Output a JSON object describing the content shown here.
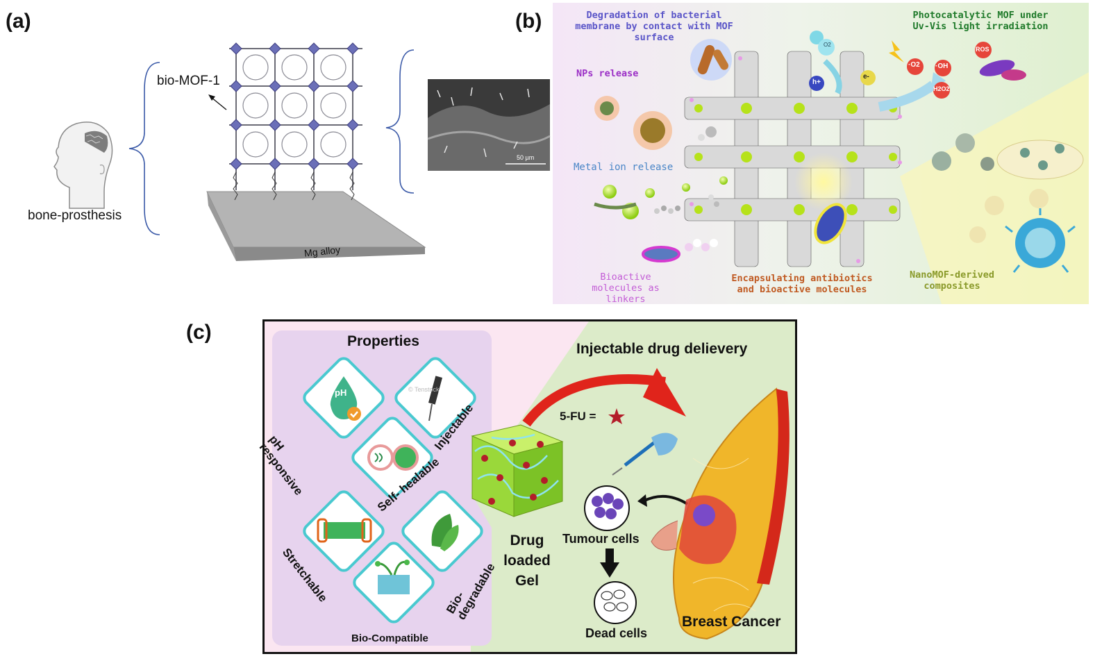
{
  "panels": {
    "a": {
      "letter": "(a)",
      "label_mof": "bio-MOF-1",
      "label_prosthesis": "bone-prosthesis",
      "label_substrate": "Mg alloy",
      "scale_bar": "50 µm"
    },
    "b": {
      "letter": "(b)",
      "label_degradation": "Degradation of bacterial membrane by contact with MOF surface",
      "label_nps": "NPs  release",
      "label_metal_ion": "Metal ion release",
      "label_bioactive_linkers": "Bioactive molecules as linkers",
      "label_encapsulating": "Encapsulating antibiotics and bioactive molecules",
      "label_photocatalytic": "Photocatalytic MOF under Uv-Vis light irradiation",
      "label_nanomof": "NanoMOF-derived composites",
      "species_o2_radical": "·O2",
      "species_oh": "·OH",
      "species_h2o2": "H2O2",
      "species_ros": "ROS",
      "species_o2": "O2",
      "species_hplus": "h+",
      "species_eminus": "e-"
    },
    "c": {
      "letter": "(c)",
      "properties_title": "Properties",
      "injectable_title": "Injectable drug delievery",
      "prop_ph": "pH responsive",
      "prop_injectable": "Injectable",
      "prop_selfhealable": "Self- healable",
      "prop_stretchable": "Stretchable",
      "prop_biodegradable": "Bio- degradable",
      "prop_biocompatible": "Bio-Compatible",
      "ph_icon_text": "pH",
      "drug_label": "5-FU =",
      "gel_line1": "Drug",
      "gel_line2": "loaded",
      "gel_line3": "Gel",
      "tumour_label": "Tumour cells",
      "dead_label": "Dead cells",
      "breast_label": "Breast Cancer",
      "watermark": "© Tenstock"
    }
  },
  "colors": {
    "mof_blue": "#6b6fb8",
    "lime": "#b6e21a",
    "c_panel_border": "#111111",
    "c_left_bg": "#ecd9ef",
    "c_right_bg": "#dcebc9",
    "arrow_red": "#e0241b",
    "diamond_teal": "#49c9d0"
  }
}
